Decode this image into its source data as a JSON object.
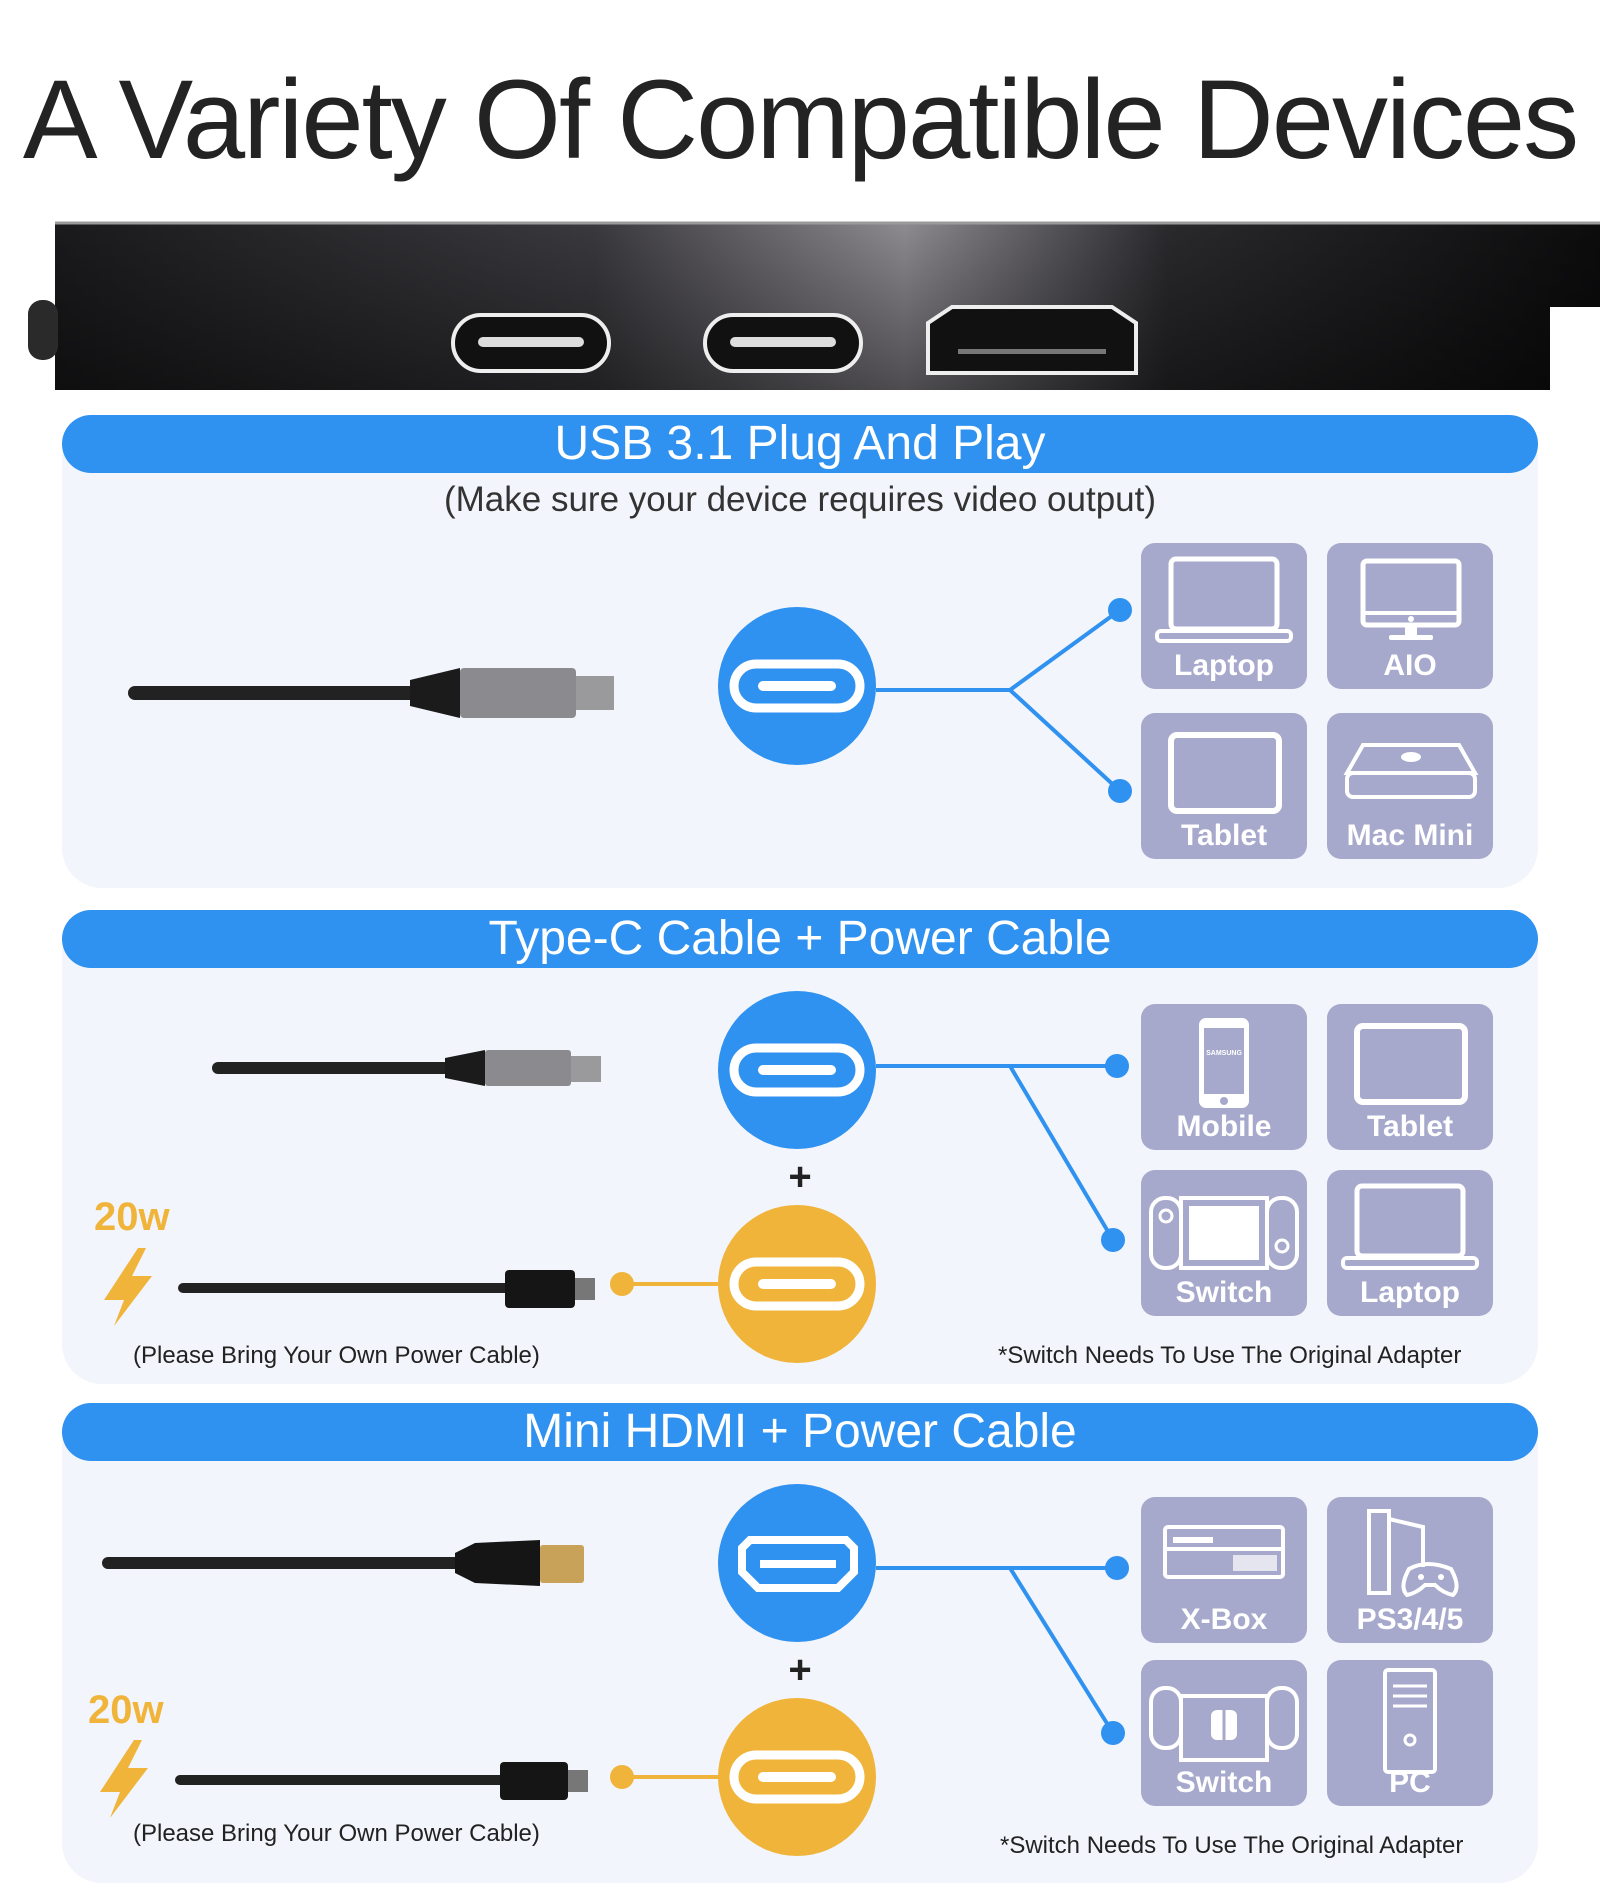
{
  "title": "A Variety Of Compatible Devices",
  "colors": {
    "band": "#2f91f0",
    "power": "#f0b43a",
    "card": "#a7a9cc",
    "panel": "#f2f5fb"
  },
  "sections": [
    {
      "heading": "USB 3.1 Plug And Play",
      "subtitle": "(Make sure your device requires video output)",
      "cards": [
        {
          "label": "Laptop",
          "icon": "laptop-icon"
        },
        {
          "label": "AIO",
          "icon": "monitor-icon"
        },
        {
          "label": "Tablet",
          "icon": "tablet-icon"
        },
        {
          "label": "Mac Mini",
          "icon": "mac-mini-icon"
        }
      ]
    },
    {
      "heading": "Type-C Cable + Power Cable",
      "plus": "+",
      "watt": "20w",
      "left_note": "(Please Bring Your Own Power Cable)",
      "right_note": "*Switch Needs To Use The Original Adapter",
      "cards": [
        {
          "label": "Mobile",
          "icon": "mobile-icon",
          "brand": "SAMSUNG"
        },
        {
          "label": "Tablet",
          "icon": "tablet-icon"
        },
        {
          "label": "Switch",
          "icon": "switch-icon"
        },
        {
          "label": "Laptop",
          "icon": "laptop-icon"
        }
      ]
    },
    {
      "heading": "Mini HDMI + Power Cable",
      "plus": "+",
      "watt": "20w",
      "left_note": "(Please Bring Your Own Power Cable)",
      "right_note": "*Switch Needs To Use The Original Adapter",
      "cards": [
        {
          "label": "X-Box",
          "icon": "xbox-icon"
        },
        {
          "label": "PS3/4/5",
          "icon": "playstation-icon"
        },
        {
          "label": "Switch",
          "icon": "switch-docked-icon"
        },
        {
          "label": "PC",
          "icon": "pc-tower-icon"
        }
      ]
    }
  ]
}
